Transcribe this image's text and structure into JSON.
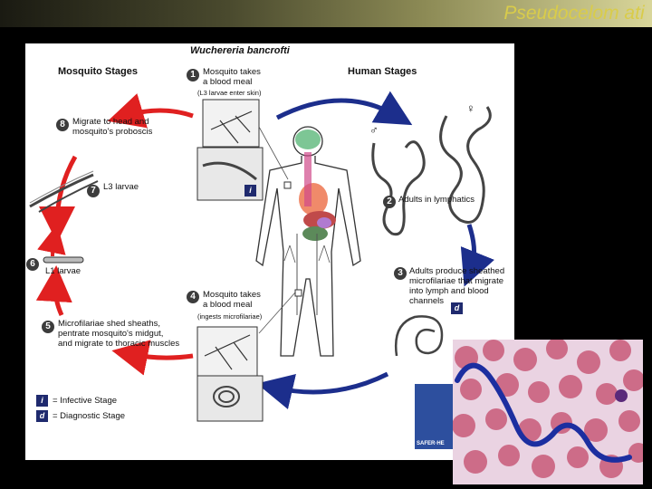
{
  "slide": {
    "title": "Pseudocelom ati"
  },
  "figure": {
    "title": "Wuchereria bancrofti",
    "mosquito_header": "Mosquito Stages",
    "human_header": "Human Stages",
    "steps": [
      {
        "num": "1",
        "text": "Mosquito takes\na blood meal",
        "sub": "(L3 larvae enter skin)"
      },
      {
        "num": "2",
        "text": "Adults in lymphatics"
      },
      {
        "num": "3",
        "text": "Adults produce sheathed\nmicrofilariae that migrate\ninto lymph and blood\nchannels"
      },
      {
        "num": "4",
        "text": "Mosquito takes\na blood meal",
        "sub": "(ingests microfilariae)"
      },
      {
        "num": "5",
        "text": "Microfilariae shed sheaths,\npentrate mosquito's midgut,\nand migrate to thoracic muscles"
      },
      {
        "num": "6",
        "text": "L1 larvae"
      },
      {
        "num": "7",
        "text": "L3 larvae"
      },
      {
        "num": "8",
        "text": "Migrate to head and\nmosquito's proboscis"
      }
    ],
    "male_symbol": "♂",
    "female_symbol": "♀",
    "legend": [
      {
        "badge": "i",
        "text": "= Infective Stage"
      },
      {
        "badge": "d",
        "text": "= Diagnostic Stage"
      }
    ],
    "cdc_text": "SAFER·HE"
  },
  "colors": {
    "red_arrow": "#e02020",
    "blue_arrow": "#1c2e8c",
    "title_text": "#d9cc4a",
    "badge": "#3c3c3c"
  }
}
